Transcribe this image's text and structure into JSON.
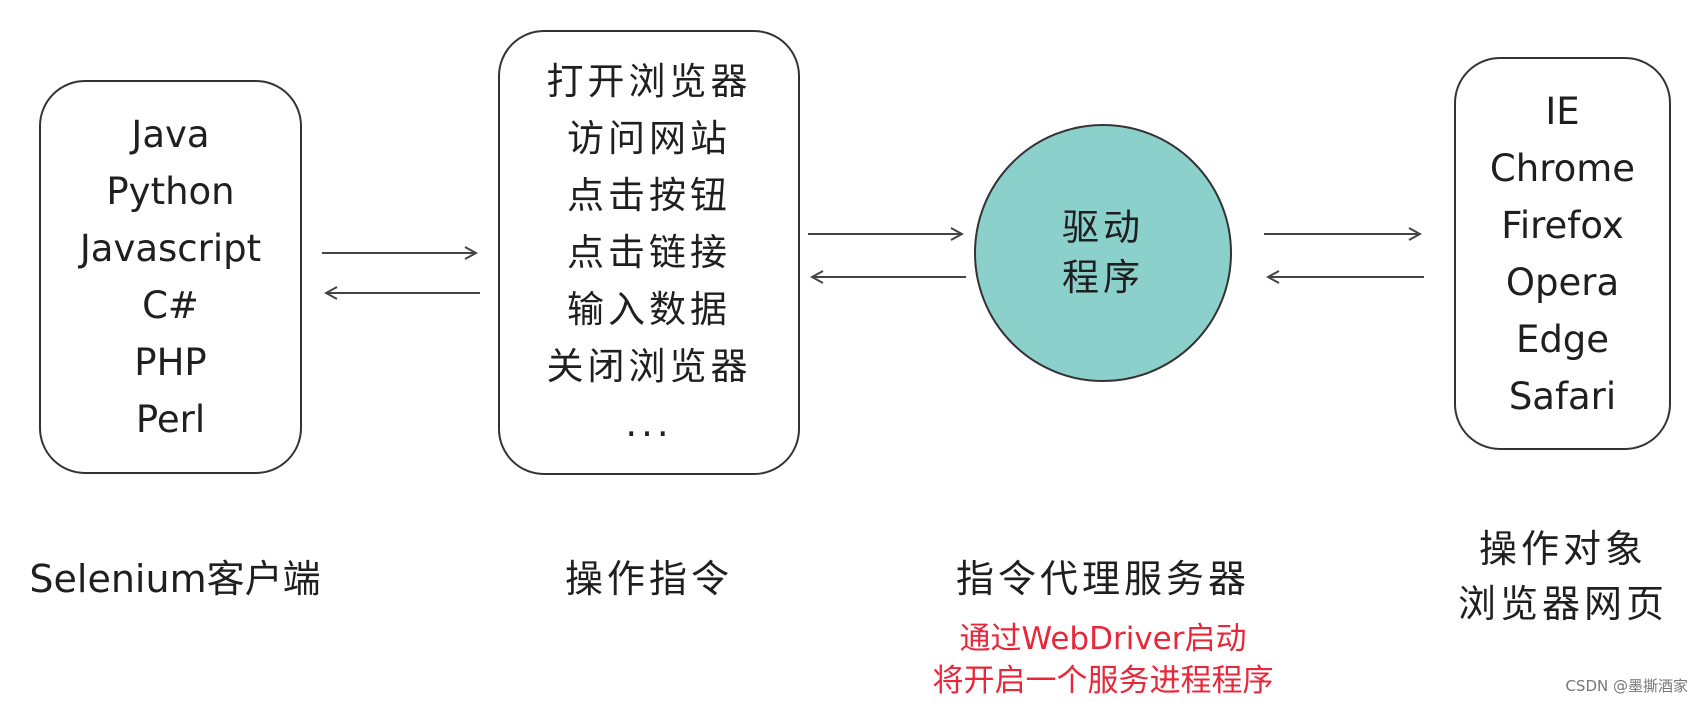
{
  "client_box": {
    "items": [
      "Java",
      "Python",
      "Javascript",
      "C#",
      "PHP",
      "Perl"
    ]
  },
  "commands_box": {
    "items": [
      "打开浏览器",
      "访问网站",
      "点击按钮",
      "点击链接",
      "输入数据",
      "关闭浏览器",
      "..."
    ]
  },
  "driver_circle": {
    "lines": [
      "驱动",
      "程序"
    ]
  },
  "targets_box": {
    "items": [
      "IE",
      "Chrome",
      "Firefox",
      "Opera",
      "Edge",
      "Safari"
    ]
  },
  "labels": {
    "client": "Selenium客户端",
    "commands": "操作指令",
    "proxy": "指令代理服务器",
    "target_line1": "操作对象",
    "target_line2": "浏览器网页"
  },
  "proxy_note": {
    "line1": "通过WebDriver启动",
    "line2": "将开启一个服务进程程序"
  },
  "watermark": "CSDN @墨撕酒家",
  "colors": {
    "circle_fill": "#8cd0cc",
    "note_text": "#e8283a",
    "stroke": "#333333"
  }
}
